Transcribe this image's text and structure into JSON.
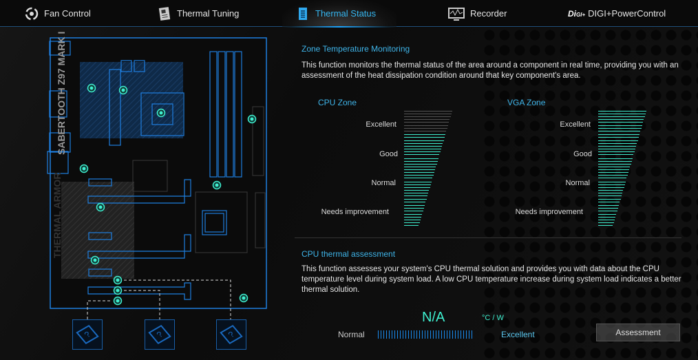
{
  "tabs": [
    {
      "label": "Fan Control",
      "icon": "fan-icon",
      "active": false
    },
    {
      "label": "Thermal Tuning",
      "icon": "document-tuning-icon",
      "active": false
    },
    {
      "label": "Thermal Status",
      "icon": "document-status-icon",
      "active": true
    },
    {
      "label": "Recorder",
      "icon": "monitor-chart-icon",
      "active": false
    },
    {
      "label": "DIGI+PowerControl",
      "icon": "digi-logo-icon",
      "active": false
    }
  ],
  "zone": {
    "title": "Zone Temperature Monitoring",
    "description": "This function monitors the thermal status of the area around a component in real time, providing you with an assessment of the heat dissipation condition around that key component's area.",
    "levels": [
      "Excellent",
      "Good",
      "Normal",
      "Needs improvement"
    ],
    "cpu": {
      "label": "CPU Zone",
      "level_fraction": 0.8
    },
    "vga": {
      "label": "VGA Zone",
      "level_fraction": 1.0
    }
  },
  "assessment": {
    "title": "CPU thermal assessment",
    "description": "This function assesses your system's CPU thermal solution and provides you with data about the CPU temperature level during system load. A low CPU temperature increase during system load indicates a better thermal solution.",
    "value": "N/A",
    "unit": "°C / W",
    "scale_left": "Normal",
    "scale_right": "Excellent",
    "button": "Assessment"
  },
  "board": {
    "model_text": "SABERTOOTH Z97 MARK I",
    "armor_text": "THERMAL ARMOR",
    "drive_symbol": "?"
  },
  "colors": {
    "accent": "#35b6f0",
    "sensor": "#3ff0d0",
    "board_line": "#1e7fe0"
  }
}
